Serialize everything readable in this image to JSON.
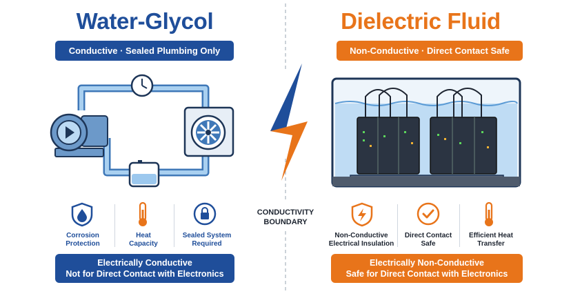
{
  "colors": {
    "blue": "#1f4e9a",
    "orange": "#e8741a",
    "pipe": "#7fb0dc",
    "dark": "#1d3557"
  },
  "left": {
    "title": "Water-Glycol",
    "subtitle": "Conductive · Sealed Plumbing Only",
    "features": [
      {
        "icon": "water-drop-shield-icon",
        "line1": "Corrosion",
        "line2": "Protection"
      },
      {
        "icon": "thermometer-icon",
        "line1": "Heat",
        "line2": "Capacity"
      },
      {
        "icon": "lock-icon",
        "line1": "Sealed System",
        "line2": "Required"
      }
    ],
    "banner": {
      "line1": "Electrically Conductive",
      "line2": "Not for Direct Contact with Electronics"
    }
  },
  "right": {
    "title": "Dielectric Fluid",
    "subtitle": "Non-Conductive · Direct Contact Safe",
    "features": [
      {
        "icon": "lightning-shield-icon",
        "line1": "Non-Conductive",
        "line2": "Electrical Insulation"
      },
      {
        "icon": "check-circle-icon",
        "line1": "Direct Contact",
        "line2": "Safe"
      },
      {
        "icon": "thermometer-icon",
        "line1": "Efficient Heat",
        "line2": "Transfer"
      }
    ],
    "banner": {
      "line1": "Electrically Non-Conductive",
      "line2": "Safe for Direct Contact with Electronics"
    }
  },
  "center": {
    "line1": "CONDUCTIVITY",
    "line2": "BOUNDARY",
    "icon": "lightning-bolt-icon"
  }
}
